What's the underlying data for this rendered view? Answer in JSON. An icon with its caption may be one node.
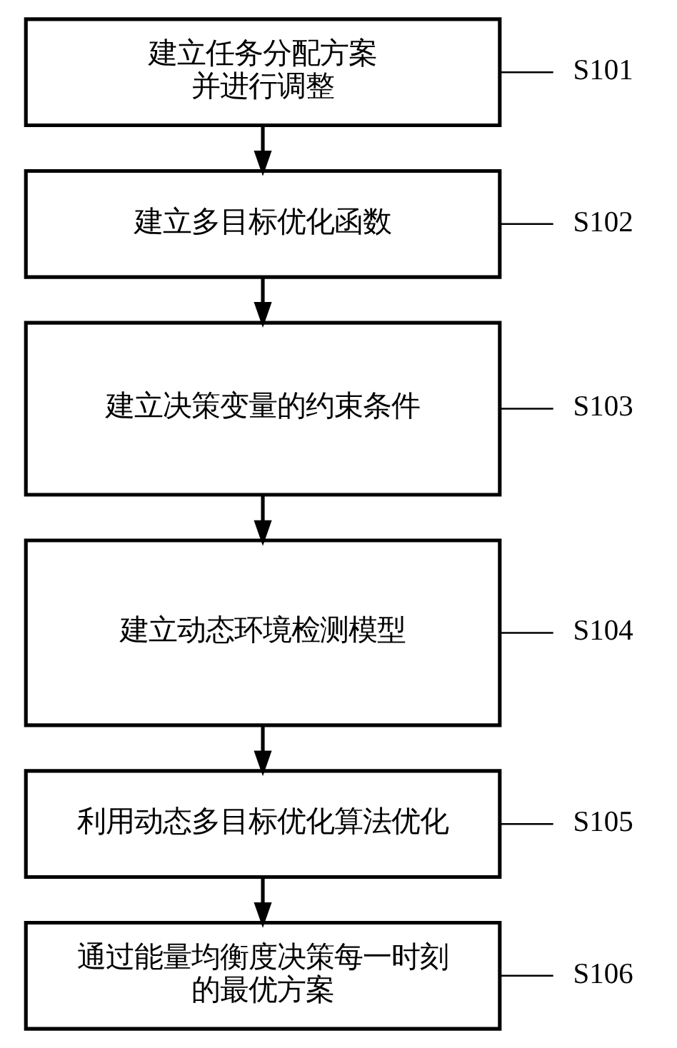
{
  "diagram": {
    "nodes": [
      {
        "text": [
          "建立任务分配方案并进行调整"
        ]
      },
      {
        "text": [
          "S101"
        ]
      },
      {
        "text": [
          "建立多目标优化函数"
        ]
      },
      {
        "text": [
          "S102"
        ]
      },
      {
        "text": [
          "建立决策变量的约束条件"
        ]
      },
      {
        "text": [
          "S103"
        ]
      },
      {
        "text": [
          "建立动态环境检测模型"
        ]
      },
      {
        "text": [
          "S104"
        ]
      },
      {
        "text": [
          "利用动态多目标优化算法优化"
        ]
      },
      {
        "text": [
          "S105"
        ]
      },
      {
        "text": [
          "通过能量均衡度决策每一时刻的最优方案"
        ]
      },
      {
        "text": [
          "S106"
        ]
      }
    ],
    "edges": [
      {
        "from": 0,
        "to": 2,
        "arrow": "to"
      },
      {
        "from": 2,
        "to": 4,
        "arrow": "to"
      },
      {
        "from": 4,
        "to": 6,
        "arrow": "to"
      },
      {
        "from": 6,
        "to": 8,
        "arrow": "to"
      },
      {
        "from": 8,
        "to": 10,
        "arrow": "to"
      },
      {
        "from": 1,
        "to": 0,
        "arrow": "none"
      },
      {
        "from": 3,
        "to": 2,
        "arrow": "none"
      },
      {
        "from": 5,
        "to": 4,
        "arrow": "none"
      },
      {
        "from": 7,
        "to": 6,
        "arrow": "none"
      },
      {
        "from": 9,
        "to": 8,
        "arrow": "none"
      },
      {
        "from": 11,
        "to": 10,
        "arrow": "none"
      }
    ]
  }
}
